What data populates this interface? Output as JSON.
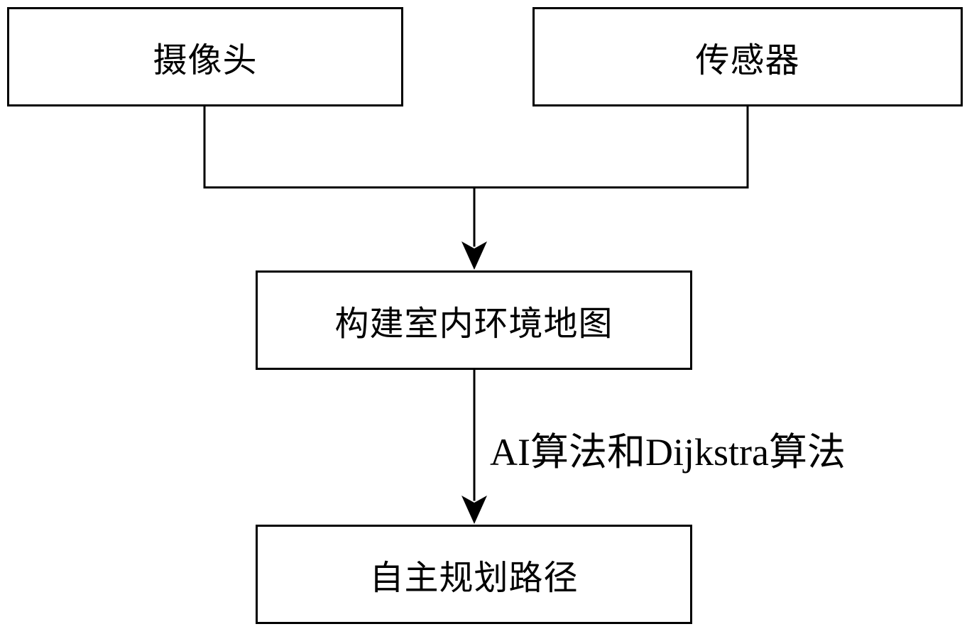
{
  "diagram": {
    "nodes": {
      "camera": "摄像头",
      "sensor": "传感器",
      "map": "构建室内环境地图",
      "path": "自主规划路径"
    },
    "edges": {
      "map_to_path_label": "AI算法和Dijkstra算法"
    }
  }
}
